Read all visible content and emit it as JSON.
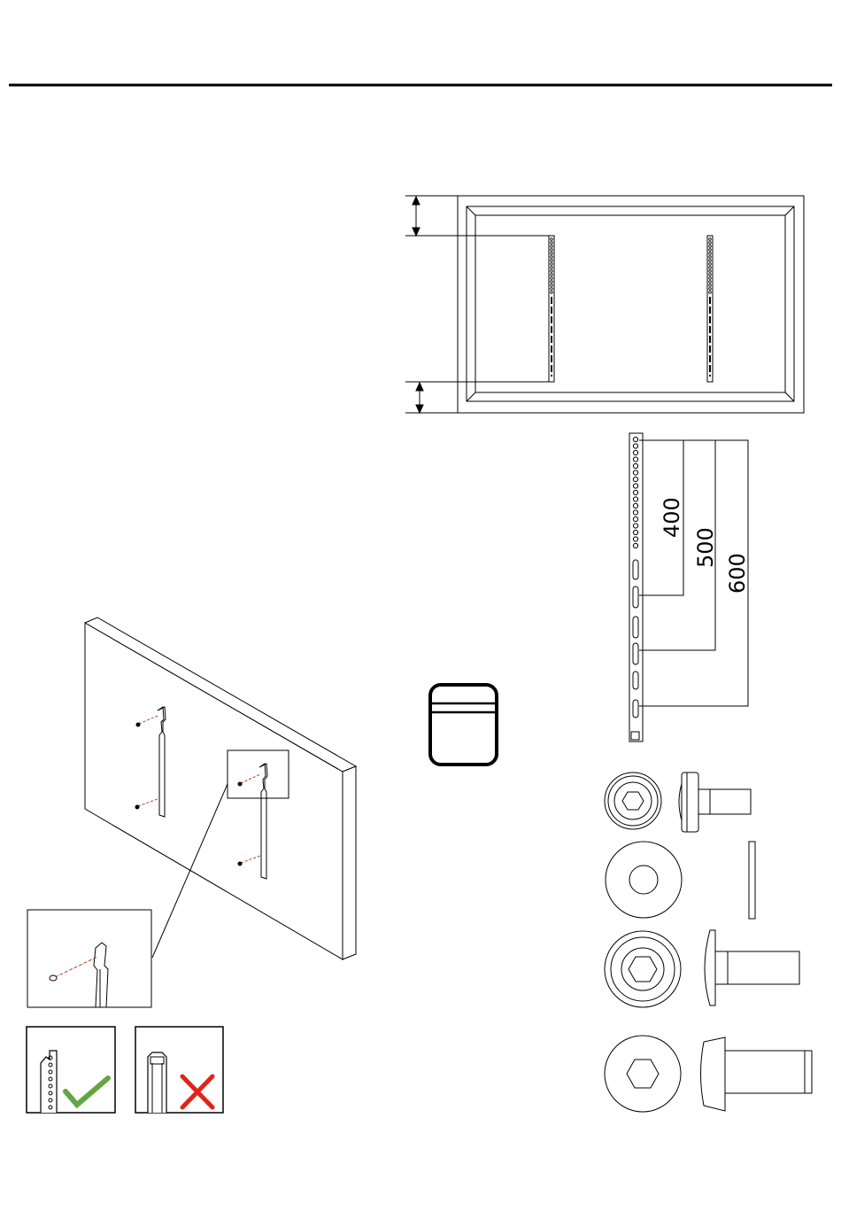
{
  "header": {
    "rule_color": "#000000"
  },
  "spacing_chart": {
    "labels": [
      "400",
      "500",
      "600"
    ]
  },
  "compare": {
    "ok_icon": "check-mark-icon",
    "bad_icon": "cross-mark-icon",
    "ok_color": "#62a744",
    "bad_color": "#e2231a"
  },
  "icons": {
    "tv_monitor": "tv-monitor-icon",
    "hardware": [
      "flanged-bolt-icon",
      "washer-icon",
      "large-bolt-icon",
      "button-bolt-icon"
    ]
  }
}
